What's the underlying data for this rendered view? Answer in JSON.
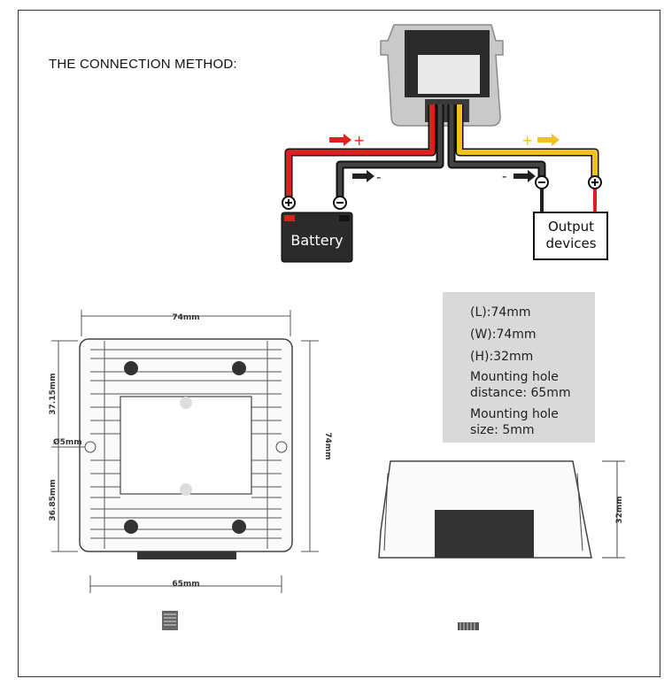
{
  "title": "THE CONNECTION METHOD:",
  "wiring": {
    "battery_label": "Battery",
    "output_label_line1": "Output",
    "output_label_line2": "devices",
    "plus": "+",
    "minus": "-",
    "colors": {
      "positive": "#e0201e",
      "negative": "#222222",
      "output_positive": "#f2c21b"
    }
  },
  "specs": {
    "length": "(L):74mm",
    "width": "(W):74mm",
    "height": "(H):32mm",
    "hole_distance_line1": "Mounting hole",
    "hole_distance_line2": "distance: 65mm",
    "hole_size_line1": "Mounting hole",
    "hole_size_line2": "size: 5mm"
  },
  "dimensions": {
    "top_width": "74mm",
    "right_height": "74mm",
    "upper_offset": "37.15mm",
    "lower_offset": "36.85mm",
    "hole_diameter": "Ø5mm",
    "hole_distance": "65mm",
    "side_height": "32mm"
  }
}
